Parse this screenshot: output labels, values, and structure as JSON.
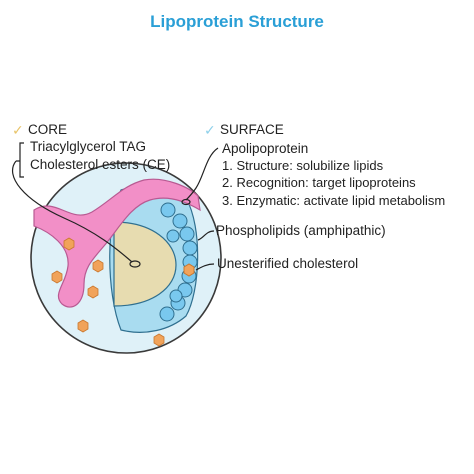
{
  "title": "Lipoprotein Structure",
  "colors": {
    "title": "#2a9fd6",
    "core_check": "#e8c46a",
    "surface_check": "#8ed0ea",
    "particle_fill": "#dff1f8",
    "shell_fill": "#a9dcf0",
    "core_fill": "#e7dcb0",
    "apolipoprotein": "#f28fc7",
    "phospholipid_head": "#79c8ee",
    "cholesterol": "#f1a35a"
  },
  "core": {
    "heading": "CORE",
    "items": [
      "Triacylglycerol TAG",
      "Cholesterol esters (CE)"
    ]
  },
  "surface": {
    "heading": "SURFACE",
    "apolipoprotein": {
      "label": "Apolipoprotein",
      "functions": [
        "1. Structure: solubilize lipids",
        "2. Recognition: target lipoproteins",
        "3. Enzymatic: activate lipid metabolism"
      ]
    },
    "phospholipids": "Phospholipids (amphipathic)",
    "cholesterol": "Unesterified cholesterol"
  }
}
